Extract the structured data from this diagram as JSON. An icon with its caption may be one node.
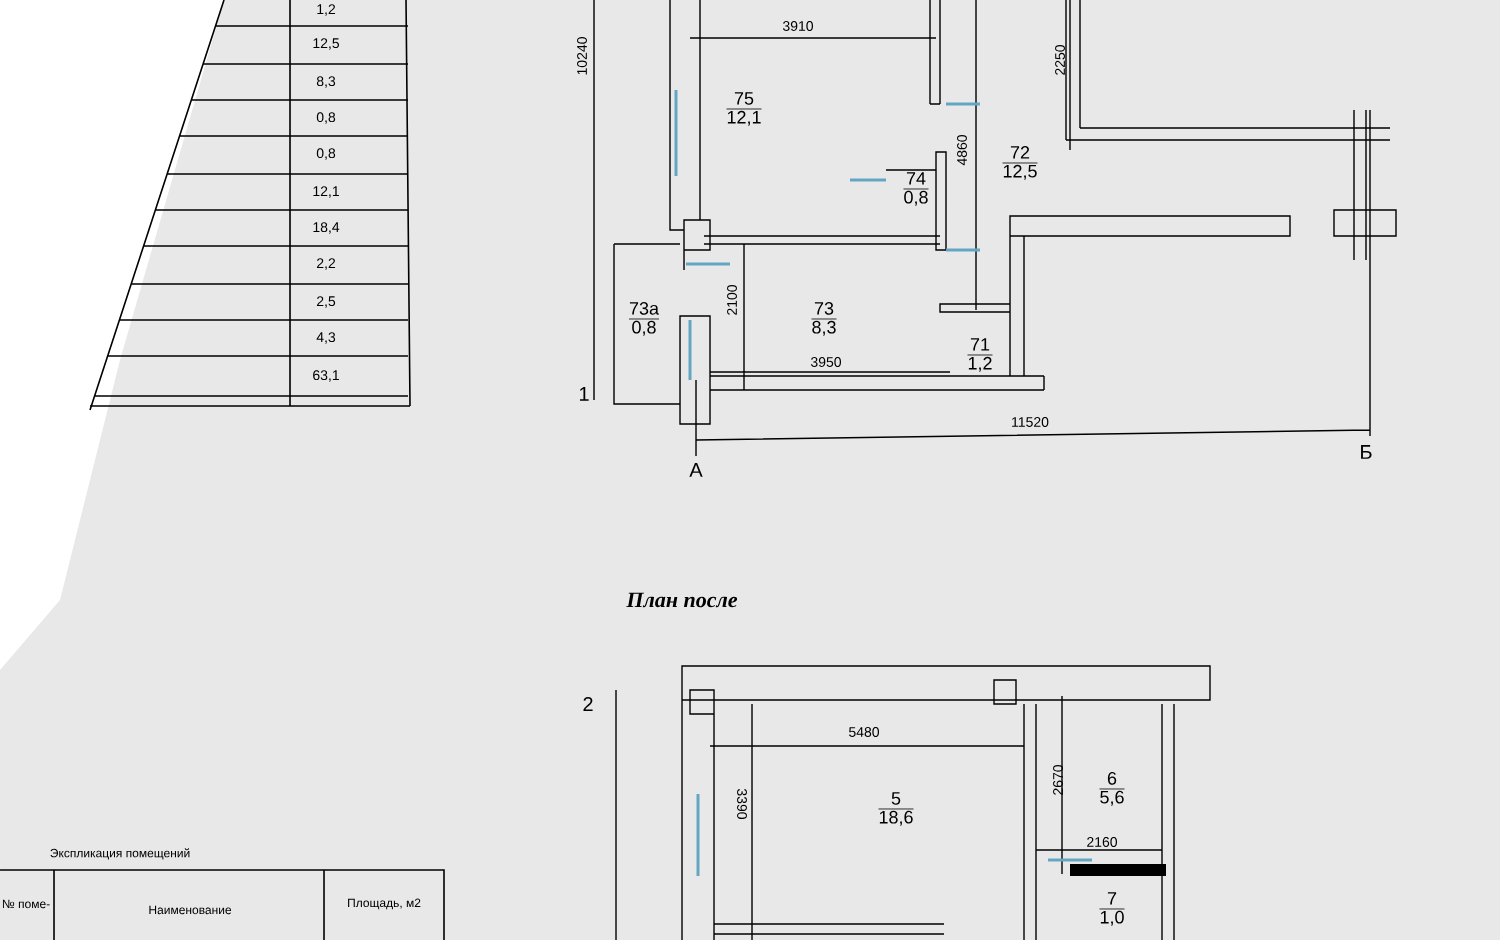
{
  "diagram": {
    "title": "План после",
    "nodes": [
      {
        "text": [
          "75",
          "12,1"
        ]
      },
      {
        "text": [
          "74",
          "0,8"
        ]
      },
      {
        "text": [
          "72",
          "12,5"
        ]
      },
      {
        "text": [
          "73а",
          "0,8"
        ]
      },
      {
        "text": [
          "73",
          "8,3"
        ]
      },
      {
        "text": [
          "71",
          "1,2"
        ]
      },
      {
        "text": [
          "5",
          "18,6"
        ]
      },
      {
        "text": [
          "6",
          "5,6"
        ]
      },
      {
        "text": [
          "7",
          "1,0"
        ]
      }
    ],
    "labels": [
      "1,2",
      "12,5",
      "8,3",
      "0,8",
      "0,8",
      "12,1",
      "18,4",
      "2,2",
      "2,5",
      "4,3",
      "63,1",
      "10240",
      "3910",
      "2250",
      "4860",
      "2100",
      "3950",
      "1",
      "11520",
      "А",
      "Б",
      "2",
      "5480",
      "3390",
      "2670",
      "2160",
      "Экспликация помещений",
      "№ поме-",
      "Наименование",
      "Площадь, м2"
    ]
  }
}
